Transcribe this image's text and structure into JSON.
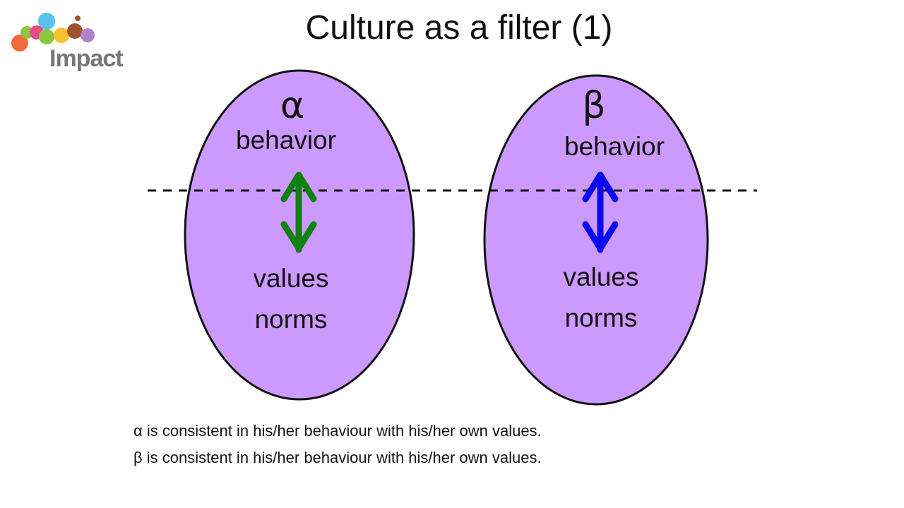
{
  "logo": {
    "text": "Impact",
    "colors": [
      "#f26b3a",
      "#5bc0eb",
      "#8cc63f",
      "#f7c12e",
      "#a0522d",
      "#b084cc"
    ]
  },
  "title": "Culture as a filter (1)",
  "colors": {
    "ellipse_fill": "#cc99ff",
    "ellipse_stroke": "#111111",
    "arrow_alpha": "#108010",
    "arrow_beta": "#0a0aee",
    "dashed_line": "#111111"
  },
  "person_alpha": {
    "symbol": "α",
    "behavior": "behavior",
    "values": "values",
    "norms": "norms"
  },
  "person_beta": {
    "symbol": "β",
    "behavior": "behavior",
    "values": "values",
    "norms": "norms"
  },
  "captions": {
    "line1": "α is consistent in his/her behaviour with his/her own values.",
    "line2": "β is consistent in his/her behaviour with his/her own values."
  }
}
